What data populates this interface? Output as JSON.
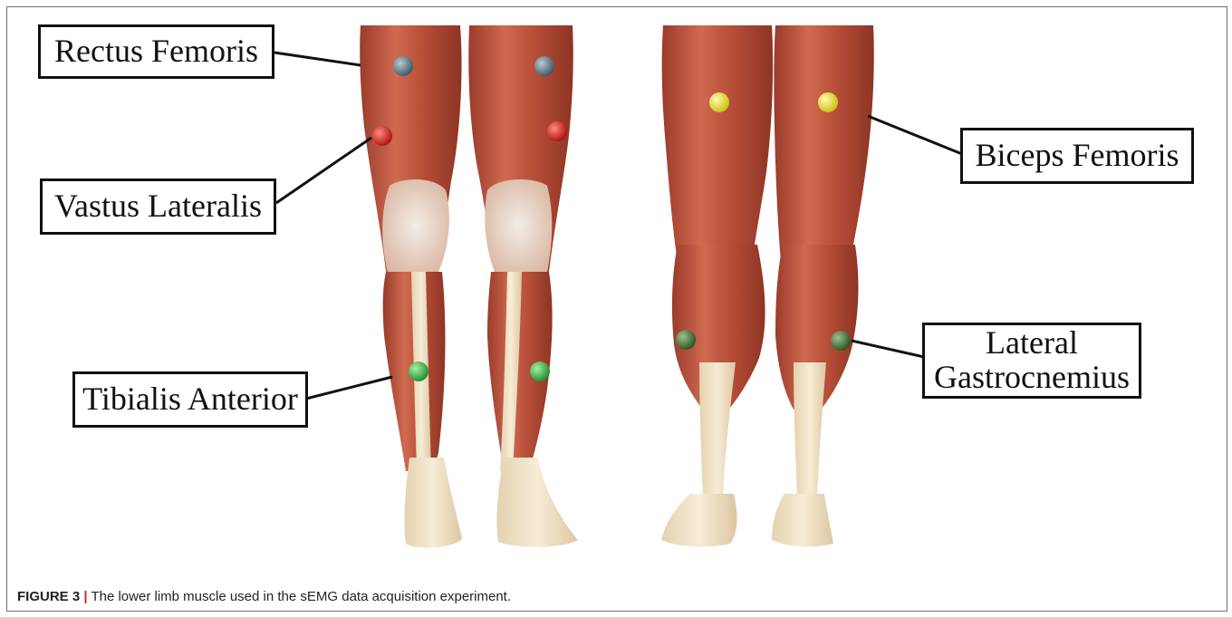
{
  "labels": {
    "rectus_femoris": "Rectus Femoris",
    "vastus_lateralis": "Vastus Lateralis",
    "tibialis_anterior": "Tibialis Anterior",
    "biceps_femoris": "Biceps Femoris",
    "lateral_gastrocnemius_line1": "Lateral",
    "lateral_gastrocnemius_line2": "Gastrocnemius"
  },
  "caption": {
    "figure_number": "FIGURE 3",
    "separator": "|",
    "text": " The lower limb muscle used in the sEMG data acquisition experiment."
  },
  "colors": {
    "rectus_femoris_electrode": "#4f6a78",
    "vastus_lateralis_electrode": "#d61c1c",
    "tibialis_anterior_electrode": "#2fae3a",
    "biceps_femoris_electrode": "#e8e21c",
    "lateral_gastrocnemius_electrode": "#3d6b2c",
    "muscle": "#b8503c",
    "muscle_highlight": "#d9836a",
    "tendon": "#f0e2c4"
  }
}
